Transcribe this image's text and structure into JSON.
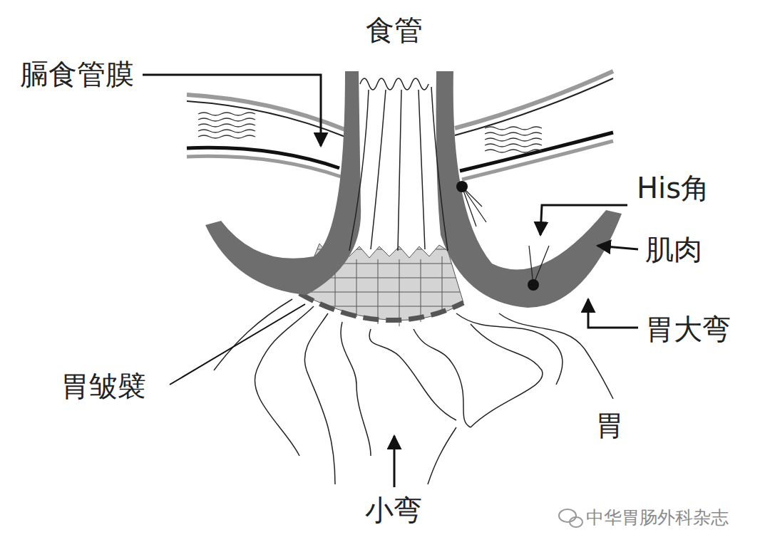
{
  "diagram": {
    "labels": [
      "食管",
      "膈食管膜",
      "His角",
      "肌肉",
      "胃大弯",
      "胃皱襞",
      "胃",
      "小弯",
      "中华胃肠外科杂志"
    ]
  }
}
